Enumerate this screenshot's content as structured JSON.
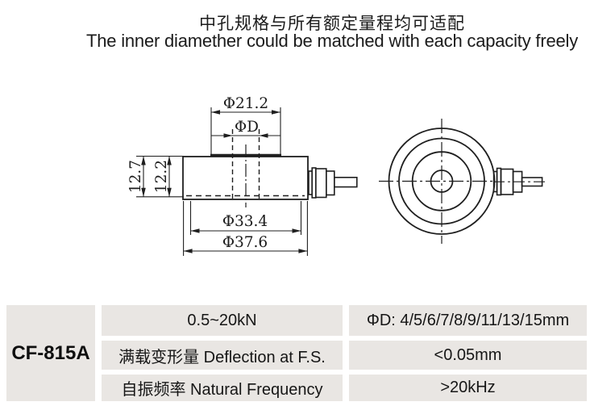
{
  "page": {
    "title_zh": "中孔规格与所有额定量程均可适配",
    "title_en": "The inner diamether could be matched with each capacity freely"
  },
  "drawing": {
    "side_view": {
      "dim_top_outer": "Φ21.2",
      "dim_top_inner": "ΦD",
      "dim_height_outer": "12.7",
      "dim_height_inner": "12.2",
      "dim_bottom_inner": "Φ33.4",
      "dim_bottom_outer": "Φ37.6"
    }
  },
  "spec_table": {
    "model": "CF-815A",
    "rows": [
      {
        "label": "0.5~20kN",
        "value": "ΦD: 4/5/6/7/8/9/11/13/15mm"
      },
      {
        "label": "满载变形量 Deflection at F.S.",
        "value": "<0.05mm"
      },
      {
        "label": "自振频率 Natural Frequency",
        "value": ">20kHz"
      }
    ]
  },
  "colors": {
    "background": "#ffffff",
    "line": "#1f1f1f",
    "text": "#1b1b1b",
    "table_cell_bg": "#e9e6e3"
  }
}
